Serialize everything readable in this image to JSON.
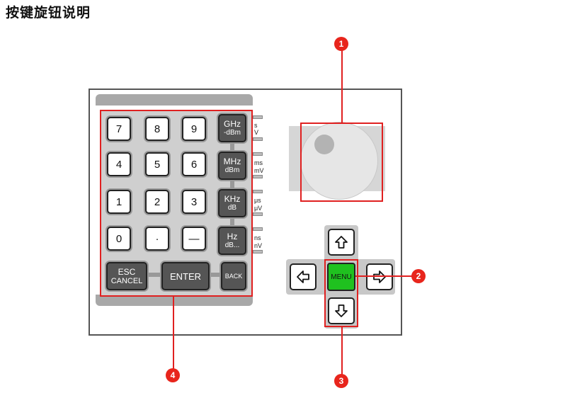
{
  "title": "按键旋钮说明",
  "keypad": {
    "digits": [
      "7",
      "8",
      "9",
      "4",
      "5",
      "6",
      "1",
      "2",
      "3",
      "0",
      "·",
      "—"
    ]
  },
  "unit_keys": [
    {
      "main": "GHz",
      "sub": "-dBm",
      "labels": [
        "s",
        "V"
      ]
    },
    {
      "main": "MHz",
      "sub": "dBm",
      "labels": [
        "ms",
        "mV"
      ]
    },
    {
      "main": "KHz",
      "sub": "dB",
      "labels": [
        "μs",
        "μV"
      ]
    },
    {
      "main": "Hz",
      "sub": "dB...",
      "labels": [
        "ns",
        "nV"
      ]
    }
  ],
  "bottom_keys": {
    "esc_line1": "ESC",
    "esc_line2": "CANCEL",
    "enter": "ENTER",
    "back": "BACK"
  },
  "menu_label": "MENU",
  "callouts": [
    "1",
    "2",
    "3",
    "4"
  ],
  "colors": {
    "callout_red": "#e8251c",
    "menu_green": "#1fc11f",
    "key_dark": "#555555"
  }
}
